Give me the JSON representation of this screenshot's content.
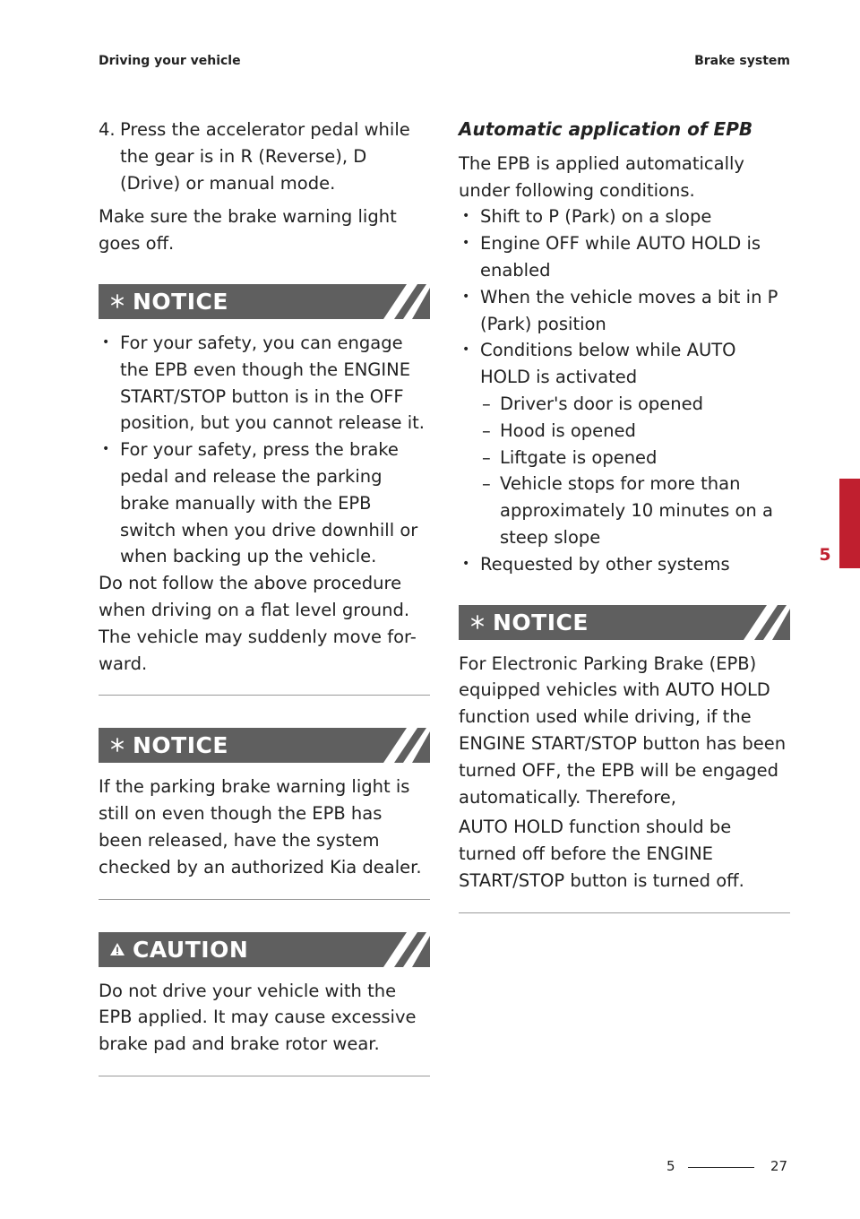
{
  "header": {
    "left": "Driving your vehicle",
    "right": "Brake system"
  },
  "left": {
    "step4": {
      "num": "4.",
      "text": "Press the accelerator pedal while the gear is in R (Reverse), D (Drive) or manual mode."
    },
    "para1": "Make sure the brake warning light goes off.",
    "notice1": {
      "title": "NOTICE",
      "bullets": [
        "For your safety, you can engage the EPB even though the ENGINE START/STOP button is in the OFF position, but you cannot release it.",
        "For your safety, press the brake pedal and release the parking brake manually with the EPB switch when you drive downhill or when backing up the vehicle."
      ],
      "after": "Do not follow the above procedure when driving on a flat level ground. The vehicle may suddenly move for-ward."
    },
    "notice2": {
      "title": "NOTICE",
      "text": "If the parking brake warning light is still on even though the EPB has been released, have the system checked by an authorized Kia dealer."
    },
    "caution": {
      "title": "CAUTION",
      "text": "Do not drive your vehicle with the EPB applied. It may cause excessive brake pad and brake rotor wear."
    }
  },
  "right": {
    "heading": "Automatic application of EPB",
    "intro": "The EPB is applied automatically under following conditions.",
    "bullets": [
      "Shift to P (Park) on a slope",
      "Engine OFF while AUTO HOLD is enabled",
      "When the vehicle moves a bit in P (Park) position",
      "Conditions below while AUTO HOLD is activated"
    ],
    "sub_items": [
      "Driver's door is opened",
      "Hood is opened",
      "Liftgate is opened",
      "Vehicle stops for more than approximately 10 minutes on a steep slope"
    ],
    "last_bullet": "Requested by other systems",
    "notice": {
      "title": "NOTICE",
      "text1": "For Electronic Parking Brake (EPB) equipped vehicles with AUTO HOLD function used while driving, if the ENGINE START/STOP button has been turned OFF, the EPB will be engaged automatically. Therefore,",
      "text2": "AUTO HOLD function should be turned off before the ENGINE START/STOP button is turned off."
    }
  },
  "side_tab": {
    "number": "5"
  },
  "footer": {
    "section": "5",
    "page": "27"
  },
  "colors": {
    "banner": "#5f5f5f",
    "accent": "#c01f2f",
    "text": "#222222"
  },
  "icons": {
    "notice": "asterisk-icon",
    "caution": "warning-triangle-icon"
  }
}
